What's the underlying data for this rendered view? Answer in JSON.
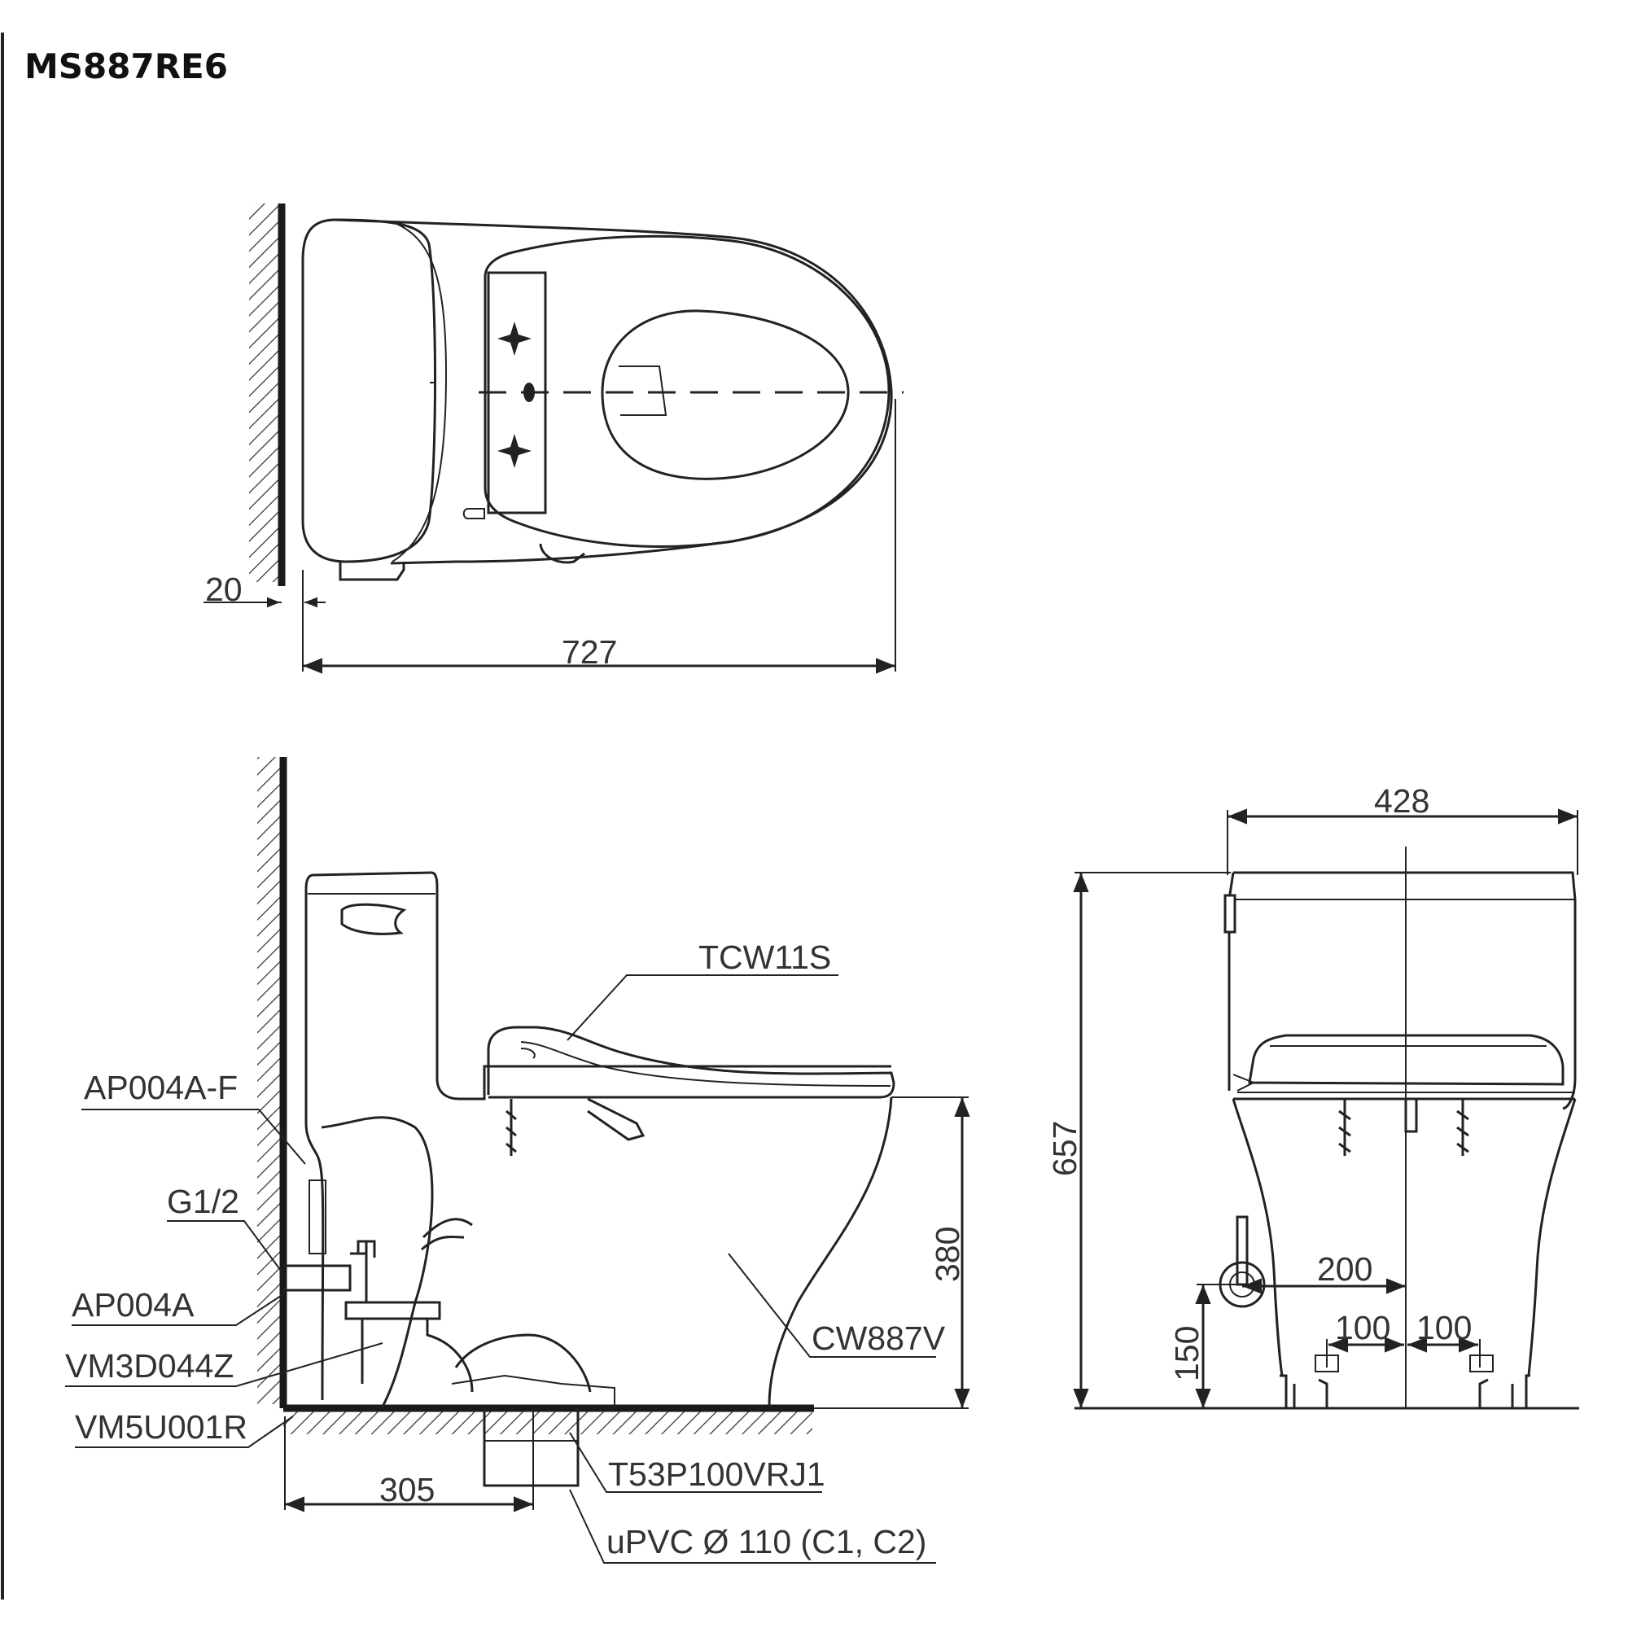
{
  "model": "MS887RE6",
  "top_view": {
    "dim_wall_gap": "20",
    "dim_depth": "727"
  },
  "side_view": {
    "part_seat": "TCW11S",
    "part_fixing_top": "AP004A-F",
    "part_inlet": "G1/2",
    "part_fixing": "AP004A",
    "part_valve": "VM3D044Z",
    "part_hose": "VM5U001R",
    "part_body": "CW887V",
    "part_flange": "T53P100VRJ1",
    "part_pipe": "uPVC Ø 110 (C1, C2)",
    "dim_rough_in": "305",
    "dim_seat_height": "380"
  },
  "front_view": {
    "dim_width": "428",
    "dim_height": "657",
    "dim_inlet_offset": "200",
    "dim_bolt_left": "100",
    "dim_bolt_right": "100",
    "dim_inlet_height": "150"
  },
  "colors": {
    "line": "#222222",
    "text": "#333333",
    "background": "#ffffff"
  }
}
